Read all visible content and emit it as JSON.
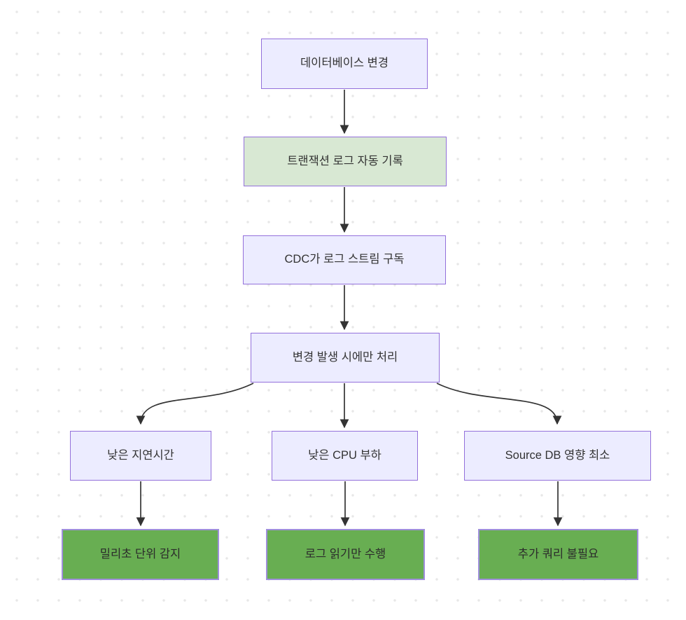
{
  "diagram": {
    "type": "flowchart",
    "direction": "top-down",
    "nodes": [
      {
        "id": "n1",
        "label": "데이터베이스 변경",
        "style": "lavender"
      },
      {
        "id": "n2",
        "label": "트랜잭션 로그 자동 기록",
        "style": "light-green"
      },
      {
        "id": "n3",
        "label": "CDC가 로그 스트림 구독",
        "style": "lavender"
      },
      {
        "id": "n4",
        "label": "변경 발생 시에만 처리",
        "style": "lavender"
      },
      {
        "id": "n5",
        "label": "낮은 지연시간",
        "style": "lavender"
      },
      {
        "id": "n6",
        "label": "낮은 CPU 부하",
        "style": "lavender"
      },
      {
        "id": "n7",
        "label": "Source DB 영향 최소",
        "style": "lavender"
      },
      {
        "id": "n8",
        "label": "밀리초 단위 감지",
        "style": "green"
      },
      {
        "id": "n9",
        "label": "로그 읽기만 수행",
        "style": "green"
      },
      {
        "id": "n10",
        "label": "추가 쿼리 불필요",
        "style": "green"
      }
    ],
    "edges": [
      {
        "from": "n1",
        "to": "n2"
      },
      {
        "from": "n2",
        "to": "n3"
      },
      {
        "from": "n3",
        "to": "n4"
      },
      {
        "from": "n4",
        "to": "n5"
      },
      {
        "from": "n4",
        "to": "n6"
      },
      {
        "from": "n4",
        "to": "n7"
      },
      {
        "from": "n5",
        "to": "n8"
      },
      {
        "from": "n6",
        "to": "n9"
      },
      {
        "from": "n7",
        "to": "n10"
      }
    ],
    "colors": {
      "node_fill_lavender": "#ECECFF",
      "node_fill_light_green": "#D8E8D3",
      "node_fill_green": "#68AE52",
      "node_border": "#9370DB",
      "edge_stroke": "#333333",
      "text": "#333333",
      "background": "#FFFFFF",
      "background_dots": "#E7E7E7"
    }
  }
}
